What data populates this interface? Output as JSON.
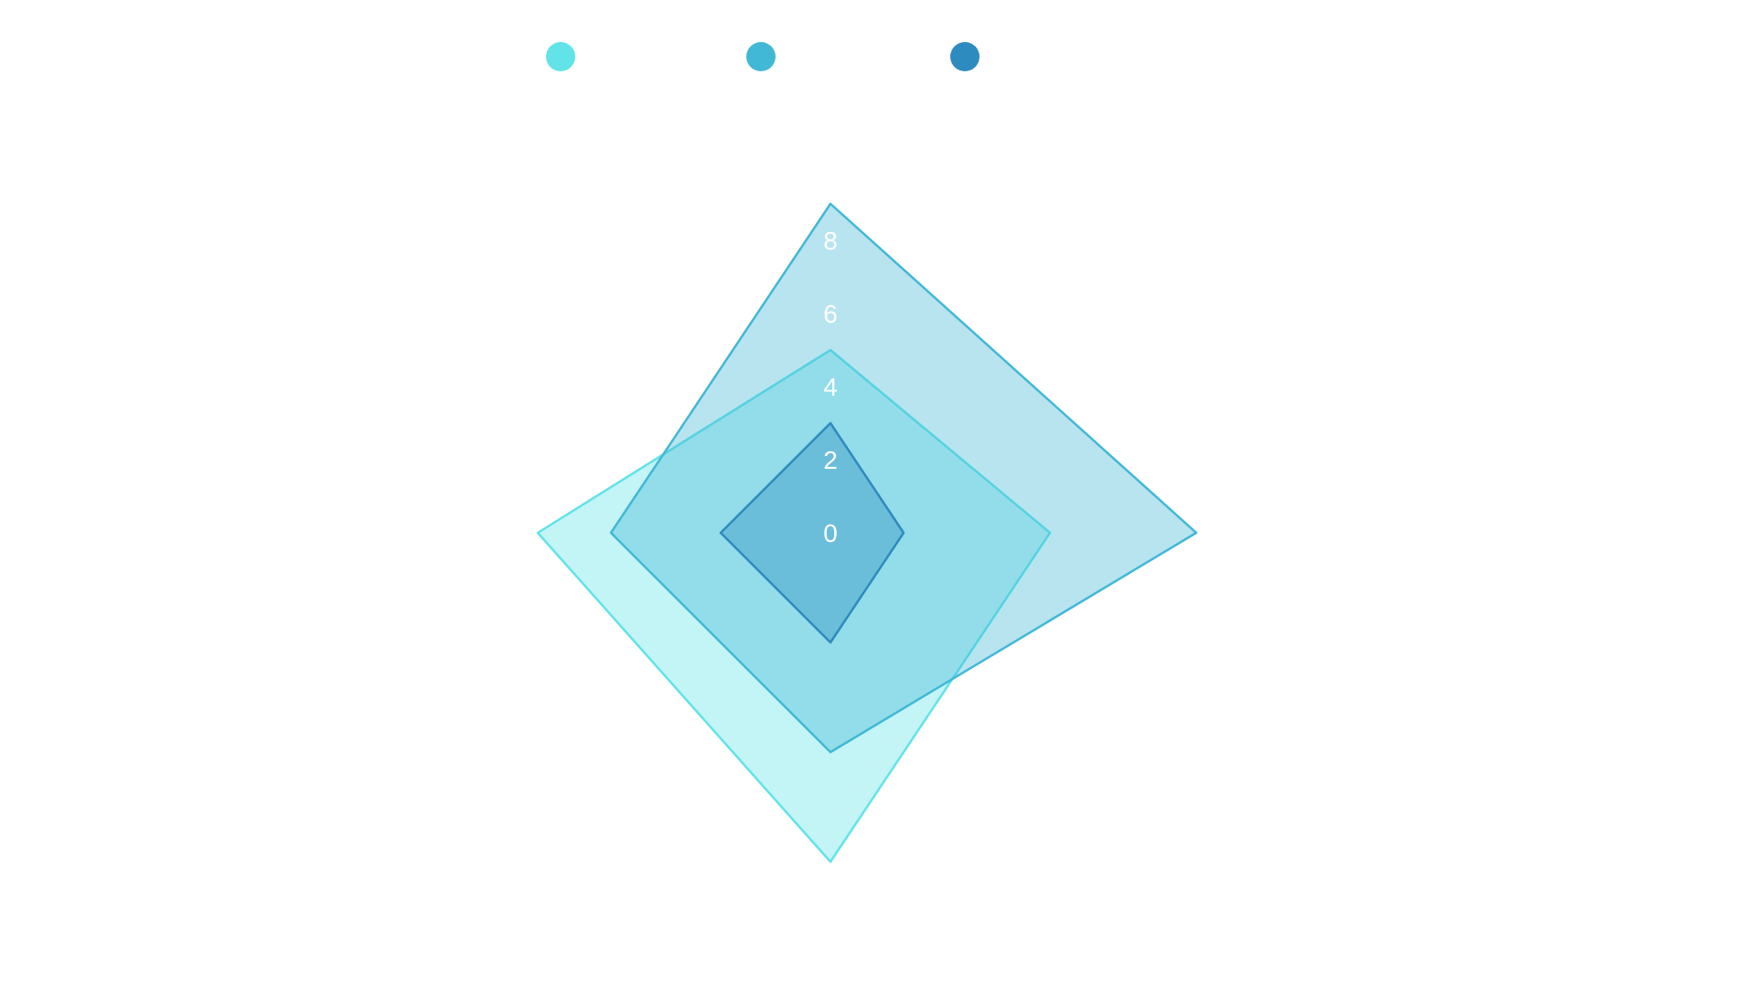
{
  "chart_data": {
    "type": "radar",
    "axes": [
      "",
      "",
      "",
      ""
    ],
    "radial_ticks": [
      "0",
      "2",
      "4",
      "6",
      "8"
    ],
    "r_max": 9,
    "grid": false,
    "legend_position": "top",
    "series": [
      {
        "values": [
          5,
          6,
          9,
          8
        ],
        "color": "#62e3e8"
      },
      {
        "values": [
          9,
          10,
          6,
          6
        ],
        "color": "#41b8d5"
      },
      {
        "values": [
          3,
          2,
          3,
          3
        ],
        "color": "#2e8bbf"
      }
    ]
  }
}
